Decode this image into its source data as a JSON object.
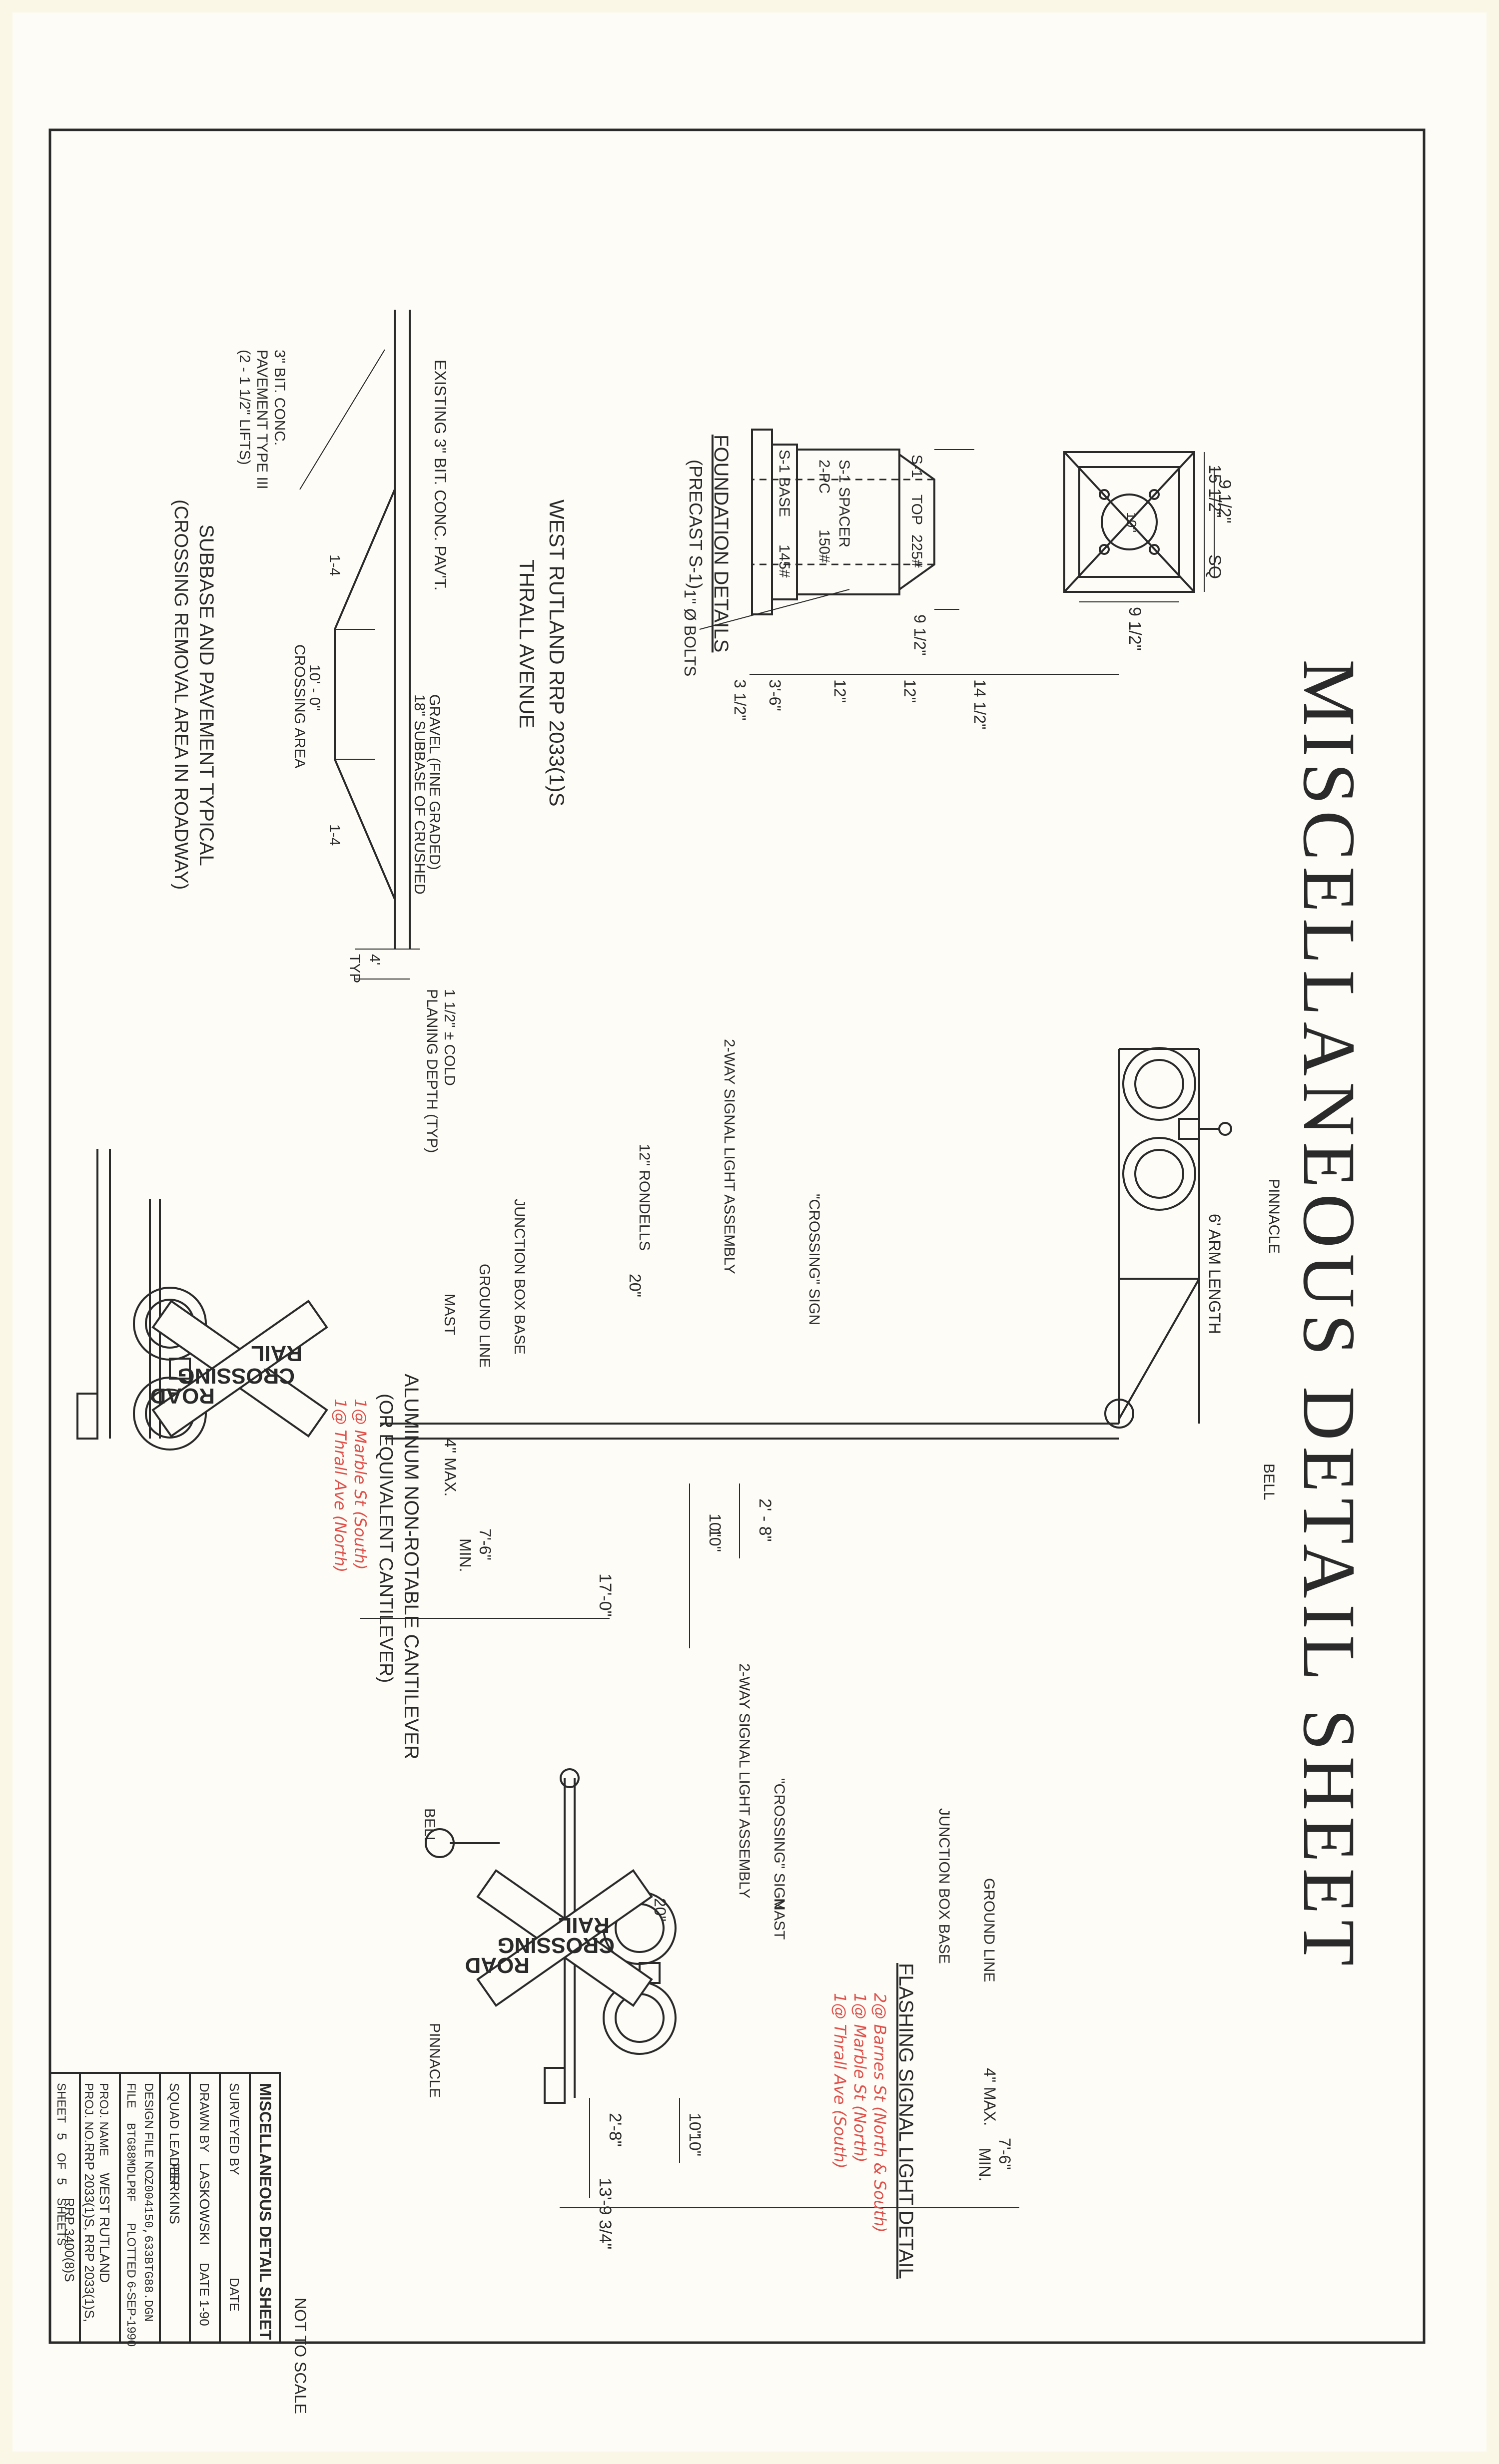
{
  "sheet_title": "MISCELLANEOUS DETAIL SHEET",
  "foundation": {
    "dims": {
      "top_width": "15 1/2\"",
      "inner_width": "9 1/2\"",
      "side": "9 1/2\"",
      "sq": "SQ",
      "bolt_circle": "10\"",
      "top_h": "9 1/2\"",
      "h1": "14 1/2\"",
      "h2": "12\"",
      "h3": "12\"",
      "total": "3'-6\"",
      "base_h": "3 1/2\""
    },
    "labels": {
      "s1_top": "S-1",
      "top": "TOP",
      "top_wt": "225#",
      "s1_spacer": "S-1 SPACER",
      "spacer_pc": "2-PC",
      "spacer_wt": "150#",
      "s1_base": "S-1 BASE",
      "base_wt": "145#",
      "bolts": "1\" Ø BOLTS"
    },
    "title": "FOUNDATION DETAILS",
    "subtitle": "(PRECAST S-1)"
  },
  "project_label": {
    "line1": "WEST RUTLAND RRP 2033(1)S",
    "line2": "THRALL AVENUE"
  },
  "subbase": {
    "existing": "EXISTING 3\" BIT. CONC. PAV'T.",
    "bit_conc": "3\" BIT. CONC.",
    "pavement_type": "PAVEMENT TYPE III",
    "lifts": "(2 - 1 1/2\" LIFTS)",
    "slope_left": "1-4",
    "slope_right": "1-4",
    "gravel_1": "18\" SUBBASE OF CRUSHED",
    "gravel_2": "GRAVEL (FINE GRADED)",
    "width": "10' - 0\"",
    "crossing_area": "CROSSING AREA",
    "typ_dim": "4'",
    "typ": "TYP",
    "planing_1": "1 1/2\" ± COLD",
    "planing_2": "PLANING DEPTH (TYP)",
    "title": "SUBBASE AND PAVEMENT TYPICAL",
    "subtitle": "(CROSSING REMOVAL AREA IN ROADWAY)"
  },
  "cantilever": {
    "pinnacle": "PINNACLE",
    "bell": "BELL",
    "arm_length": "6' ARM LENGTH",
    "crossing_sign": "\"CROSSING\" SIGN",
    "two_way": "2-WAY SIGNAL LIGHT ASSEMBLY",
    "rondells": "12\" RONDELLS",
    "dim_20": "20\"",
    "mast": "MAST",
    "junction_box": "JUNCTION BOX BASE",
    "ground_line": "GROUND LINE",
    "max": "4\" MAX.",
    "min_1": "7'-6\"",
    "min_2": "MIN.",
    "dim_10a": "10\"",
    "dim_10b": "10\"",
    "dim_28": "2' - 8\"",
    "dim_17": "17'-0\"",
    "sign_top": "RAIL",
    "sign_cross": "CROSSING",
    "sign_bottom": "ROAD",
    "title": "ALUMINUM NON-ROTABLE CANTILEVER",
    "subtitle": "(OR EQUIVALENT CANTILEVER)",
    "note_1": "1@ Marble St (South)",
    "note_2": "1@ Thrall Ave (North)"
  },
  "flashing": {
    "bell": "BELL",
    "pinnacle": "PINNACLE",
    "crossing_sign": "\"CROSSING\" SIGN",
    "two_way": "2-WAY SIGNAL LIGHT ASSEMBLY",
    "dim_20": "20\"",
    "mast": "MAST",
    "junction_box": "JUNCTION BOX BASE",
    "ground_line": "GROUND LINE",
    "max": "4\" MAX.",
    "min_1": "7'-6\"",
    "min_2": "MIN.",
    "dim_10a": "10\"",
    "dim_10b": "10\"",
    "dim_28": "2'-8\"",
    "dim_139": "13'-9 3/4\"",
    "sign_top": "RAIL",
    "sign_cross": "CROSSING",
    "sign_bottom": "ROAD",
    "title": "FLASHING SIGNAL LIGHT DETAIL",
    "note_1": "2@ Barnes St (North & South)",
    "note_2": "1@ Marble St (North)",
    "note_3": "1@ Thrall Ave (South)"
  },
  "title_block": {
    "not_to_scale": "NOT TO SCALE",
    "heading": "MISCELLANEOUS DETAIL SHEET",
    "surveyed_by": "SURVEYED BY",
    "drawn_by": "DRAWN BY",
    "drawn_name": "LASKOWSKI",
    "squad_leader": "SQUAD LEADER",
    "squad_name": "PERKINS",
    "date_label": "DATE",
    "date_value": "DATE 1-90",
    "design_file": "DESIGN FILE NO.",
    "design_file_value": "Z004150,633BTG88.DGN",
    "file_label": "FILE",
    "file_value": "BTG88MDLPRF",
    "plotted": "PLOTTED 6-SEP-1990",
    "proj_name_label": "PROJ. NAME",
    "proj_name": "WEST RUTLAND",
    "proj_no_label": "PROJ. NO.",
    "proj_no_1": "RRP 2033(1)S, RRP 2033(1)S,",
    "proj_no_2": "RRP 3400(8)S",
    "sheet_label": "SHEET",
    "sheet_no": "5",
    "of_label": "OF",
    "of_no": "5",
    "sheets_label": "SHEETS"
  }
}
